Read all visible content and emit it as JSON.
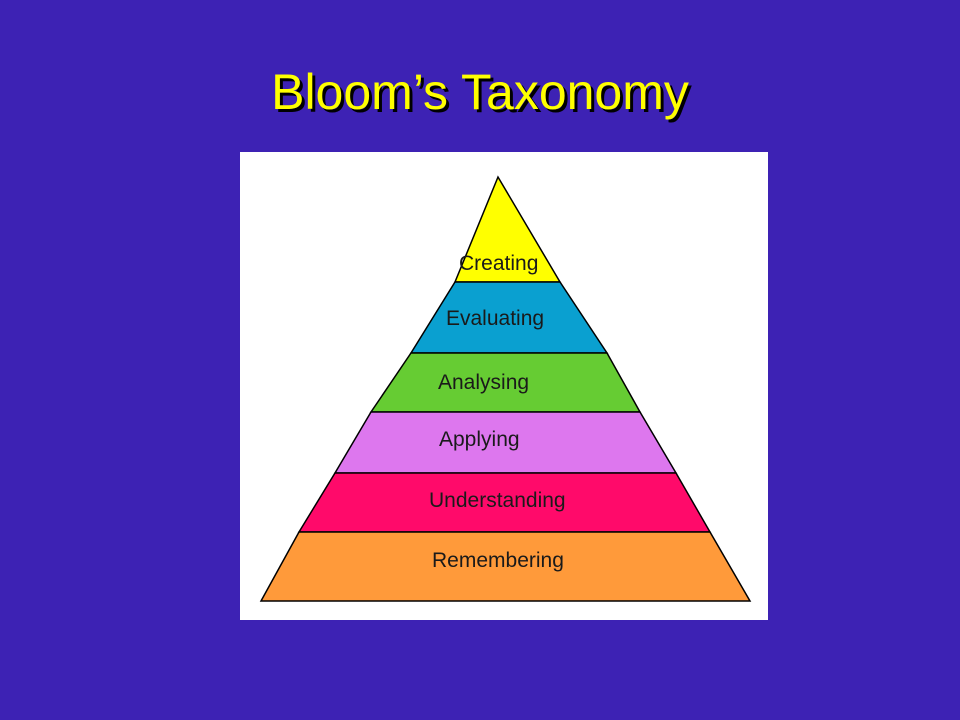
{
  "slide": {
    "title": "Bloom’s Taxonomy",
    "background_color": "#3d22b4",
    "title_color": "#ffff00"
  },
  "pyramid": {
    "levels": [
      {
        "label": "Creating",
        "color": "#ffff00"
      },
      {
        "label": "Evaluating",
        "color": "#0aa0d0"
      },
      {
        "label": "Analysing",
        "color": "#66cc33"
      },
      {
        "label": "Applying",
        "color": "#dd77ee"
      },
      {
        "label": "Understanding",
        "color": "#ff0a6a"
      },
      {
        "label": "Remembering",
        "color": "#ff9a3a"
      }
    ]
  }
}
